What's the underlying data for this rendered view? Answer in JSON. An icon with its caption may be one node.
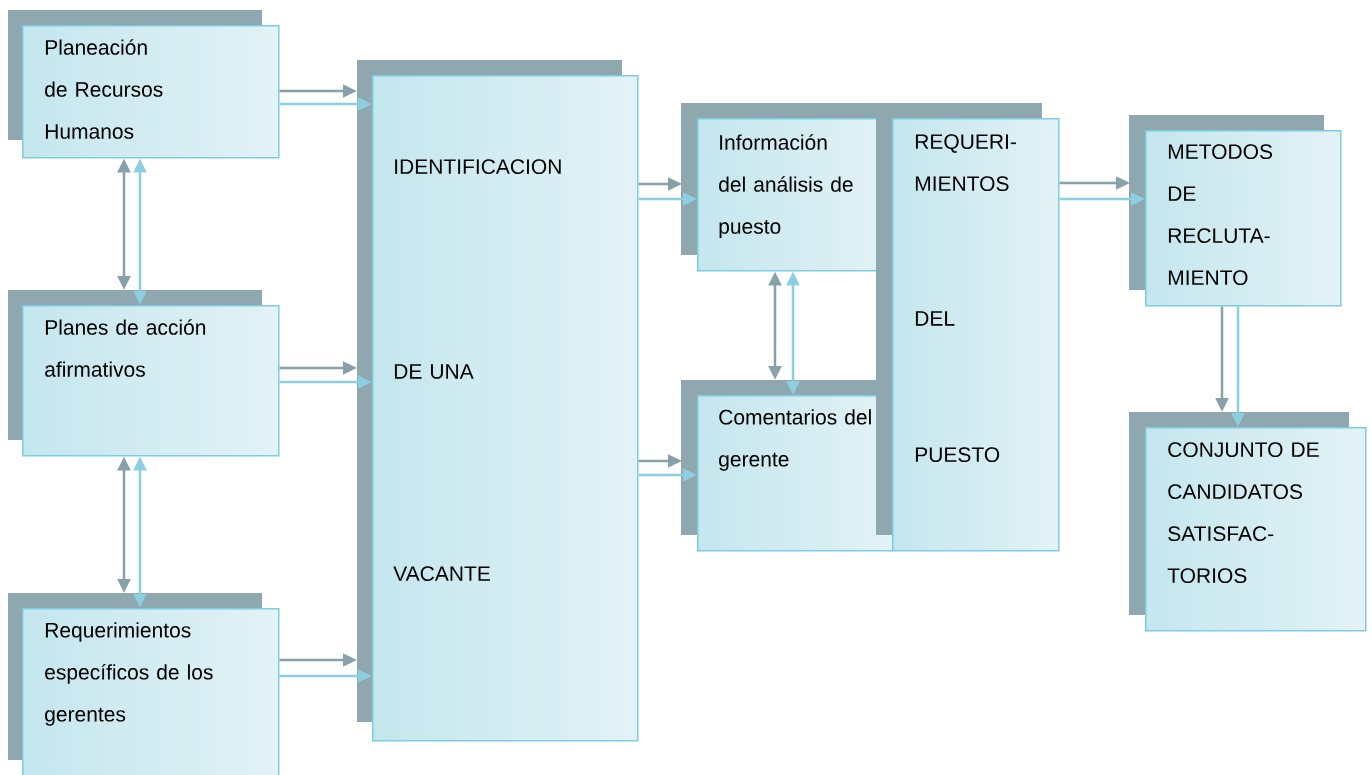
{
  "diagram": {
    "nodes": [
      {
        "text": [
          "Planeación de Recursos Humanos"
        ]
      },
      {
        "text": [
          "Planes de acción afirmativos"
        ]
      },
      {
        "text": [
          "Requerimientos específicos de los gerentes"
        ]
      },
      {
        "text": [
          "IDENTIFICACION",
          "DE UNA",
          "VACANTE"
        ]
      },
      {
        "text": [
          "Información del análisis de puesto"
        ]
      },
      {
        "text": [
          "Comentarios del gerente"
        ]
      },
      {
        "text": [
          "REQUERI- MIENTOS",
          "DEL",
          "PUESTO"
        ]
      },
      {
        "text": [
          "METODOS DE RECLUTA- MIENTO"
        ]
      },
      {
        "text": [
          "CONJUNTO DE CANDIDATOS SATISFAC- TORIOS"
        ]
      }
    ],
    "edges": [
      {
        "from": 0,
        "to": 1,
        "arrow": "both",
        "color": "#86a1a9"
      },
      {
        "from": 0,
        "to": 1,
        "arrow": "both",
        "color": "#8ccfe0"
      },
      {
        "from": 1,
        "to": 2,
        "arrow": "both",
        "color": "#86a1a9"
      },
      {
        "from": 1,
        "to": 2,
        "arrow": "both",
        "color": "#8ccfe0"
      },
      {
        "from": 0,
        "to": 3,
        "arrow": "to",
        "color": "#86a1a9"
      },
      {
        "from": 0,
        "to": 3,
        "arrow": "to",
        "color": "#8ccfe0"
      },
      {
        "from": 1,
        "to": 3,
        "arrow": "to",
        "color": "#86a1a9"
      },
      {
        "from": 1,
        "to": 3,
        "arrow": "to",
        "color": "#8ccfe0"
      },
      {
        "from": 2,
        "to": 3,
        "arrow": "to",
        "color": "#86a1a9"
      },
      {
        "from": 2,
        "to": 3,
        "arrow": "to",
        "color": "#8ccfe0"
      },
      {
        "from": 3,
        "to": 4,
        "arrow": "to",
        "color": "#86a1a9"
      },
      {
        "from": 3,
        "to": 4,
        "arrow": "to",
        "color": "#8ccfe0"
      },
      {
        "from": 3,
        "to": 5,
        "arrow": "to",
        "color": "#86a1a9"
      },
      {
        "from": 3,
        "to": 5,
        "arrow": "to",
        "color": "#8ccfe0"
      },
      {
        "from": 4,
        "to": 5,
        "arrow": "both",
        "color": "#86a1a9"
      },
      {
        "from": 4,
        "to": 5,
        "arrow": "both",
        "color": "#8ccfe0"
      },
      {
        "from": 6,
        "to": 7,
        "arrow": "to",
        "color": "#86a1a9"
      },
      {
        "from": 6,
        "to": 7,
        "arrow": "to",
        "color": "#8ccfe0"
      },
      {
        "from": 7,
        "to": 8,
        "arrow": "to",
        "color": "#86a1a9"
      },
      {
        "from": 7,
        "to": 8,
        "arrow": "to",
        "color": "#8ccfe0"
      }
    ]
  }
}
